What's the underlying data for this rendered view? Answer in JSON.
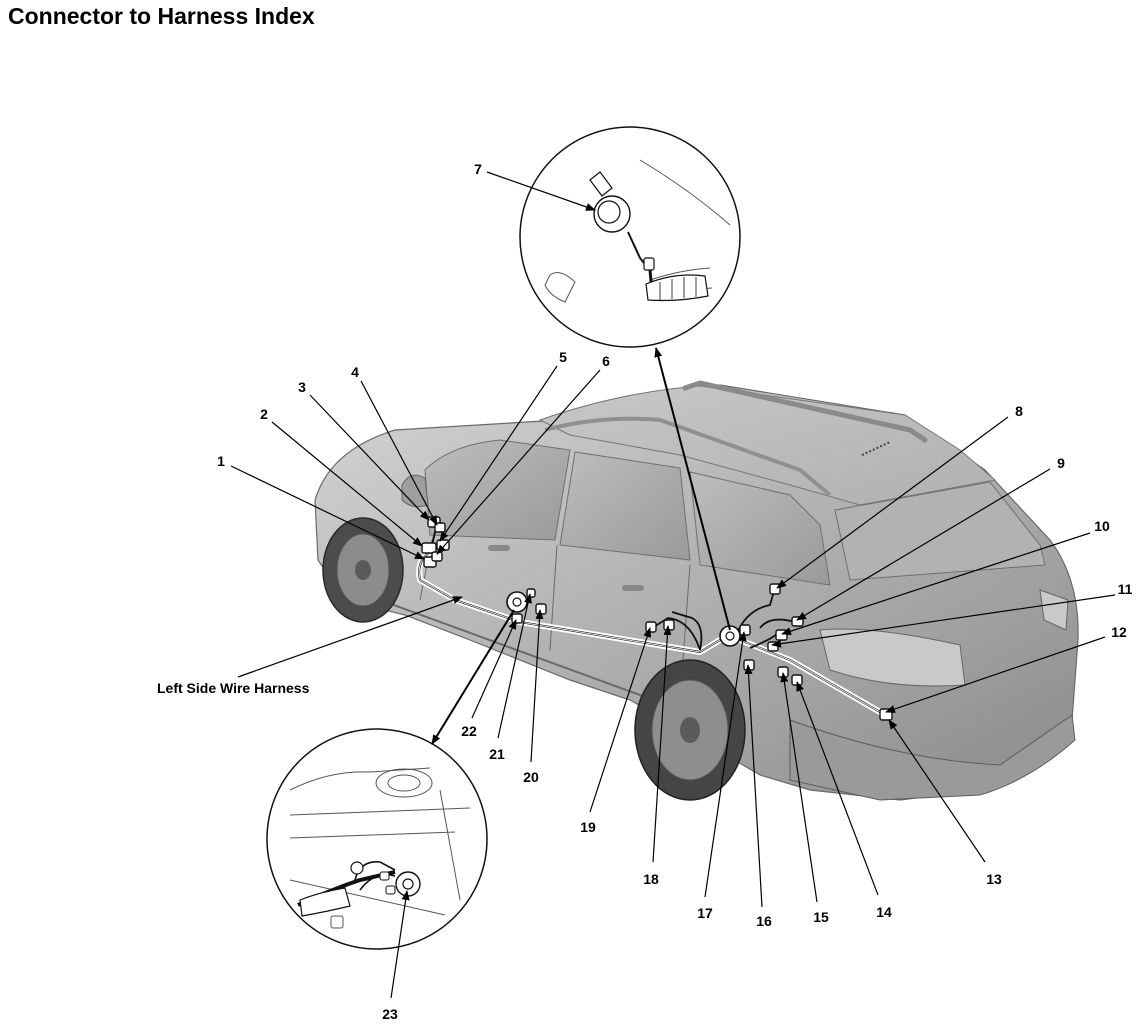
{
  "title": "Connector to Harness Index",
  "harness_label": "Left Side Wire Harness",
  "callouts": [
    "1",
    "2",
    "3",
    "4",
    "5",
    "6",
    "7",
    "8",
    "9",
    "10",
    "11",
    "12",
    "13",
    "14",
    "15",
    "16",
    "17",
    "18",
    "19",
    "20",
    "21",
    "22",
    "23"
  ]
}
